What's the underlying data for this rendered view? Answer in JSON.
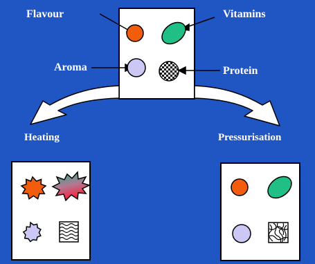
{
  "labels": {
    "flavour": "Flavour",
    "vitamins": "Vitamins",
    "aroma": "Aroma",
    "protein": "Protein",
    "heating": "Heating",
    "pressurisation": "Pressurisation"
  },
  "colors": {
    "background": "#1f56c4",
    "panel": "#ffffff",
    "flavour": "#f25c0d",
    "vitamins": "#1fbf86",
    "aroma": "#cbc8f5",
    "arrow": "#000000"
  },
  "icons": {
    "flavour": "orange-circle",
    "vitamins": "green-ellipse",
    "aroma": "lavender-circle",
    "protein": "checkered-circle",
    "heated_flavour": "orange-starburst",
    "heated_vitamins": "gradient-starburst",
    "heated_aroma": "lavender-starburst",
    "heated_protein": "wavy-square"
  }
}
